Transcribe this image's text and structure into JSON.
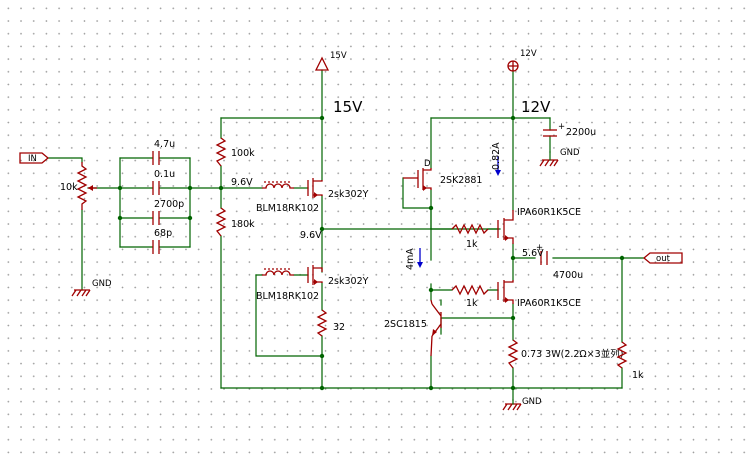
{
  "rails": {
    "v15_flag": "15V",
    "v15_big": "15V",
    "v12_flag": "12V",
    "v12_big": "12V"
  },
  "ports": {
    "in": "IN",
    "out": "out"
  },
  "gnd": {
    "pot": "GND",
    "cap": "GND",
    "bottom": "GND"
  },
  "components": {
    "pot": "10k",
    "c_4u7": "4.7u",
    "c_0u1": "0.1u",
    "c_2700p": "2700p",
    "c_68p": "68p",
    "r_100k": "100k",
    "r_180k": "180k",
    "bead_top": "BLM18RK102",
    "bead_bottom": "BLM18RK102",
    "q_top": "2sk302Y",
    "q_bottom": "2sk302Y",
    "r_32": "32",
    "q_2sk2881": "2SK2881",
    "r_gate_top": "1k",
    "r_gate_bottom": "1k",
    "mos_top": "IPA60R1K5CE",
    "mos_bottom": "IPA60R1K5CE",
    "q_2sc1815": "2SC1815",
    "c_2200u": "2200u",
    "c_4700u": "4700u",
    "r_sense": "0.73 3W(2.2Ω×3並列)",
    "r_load": "1k"
  },
  "annotations": {
    "v_input_bias": "9.6V",
    "v_mid": "9.6V",
    "v_out": "5.6V",
    "i_top": "0.82A",
    "i_left": "4mA"
  }
}
